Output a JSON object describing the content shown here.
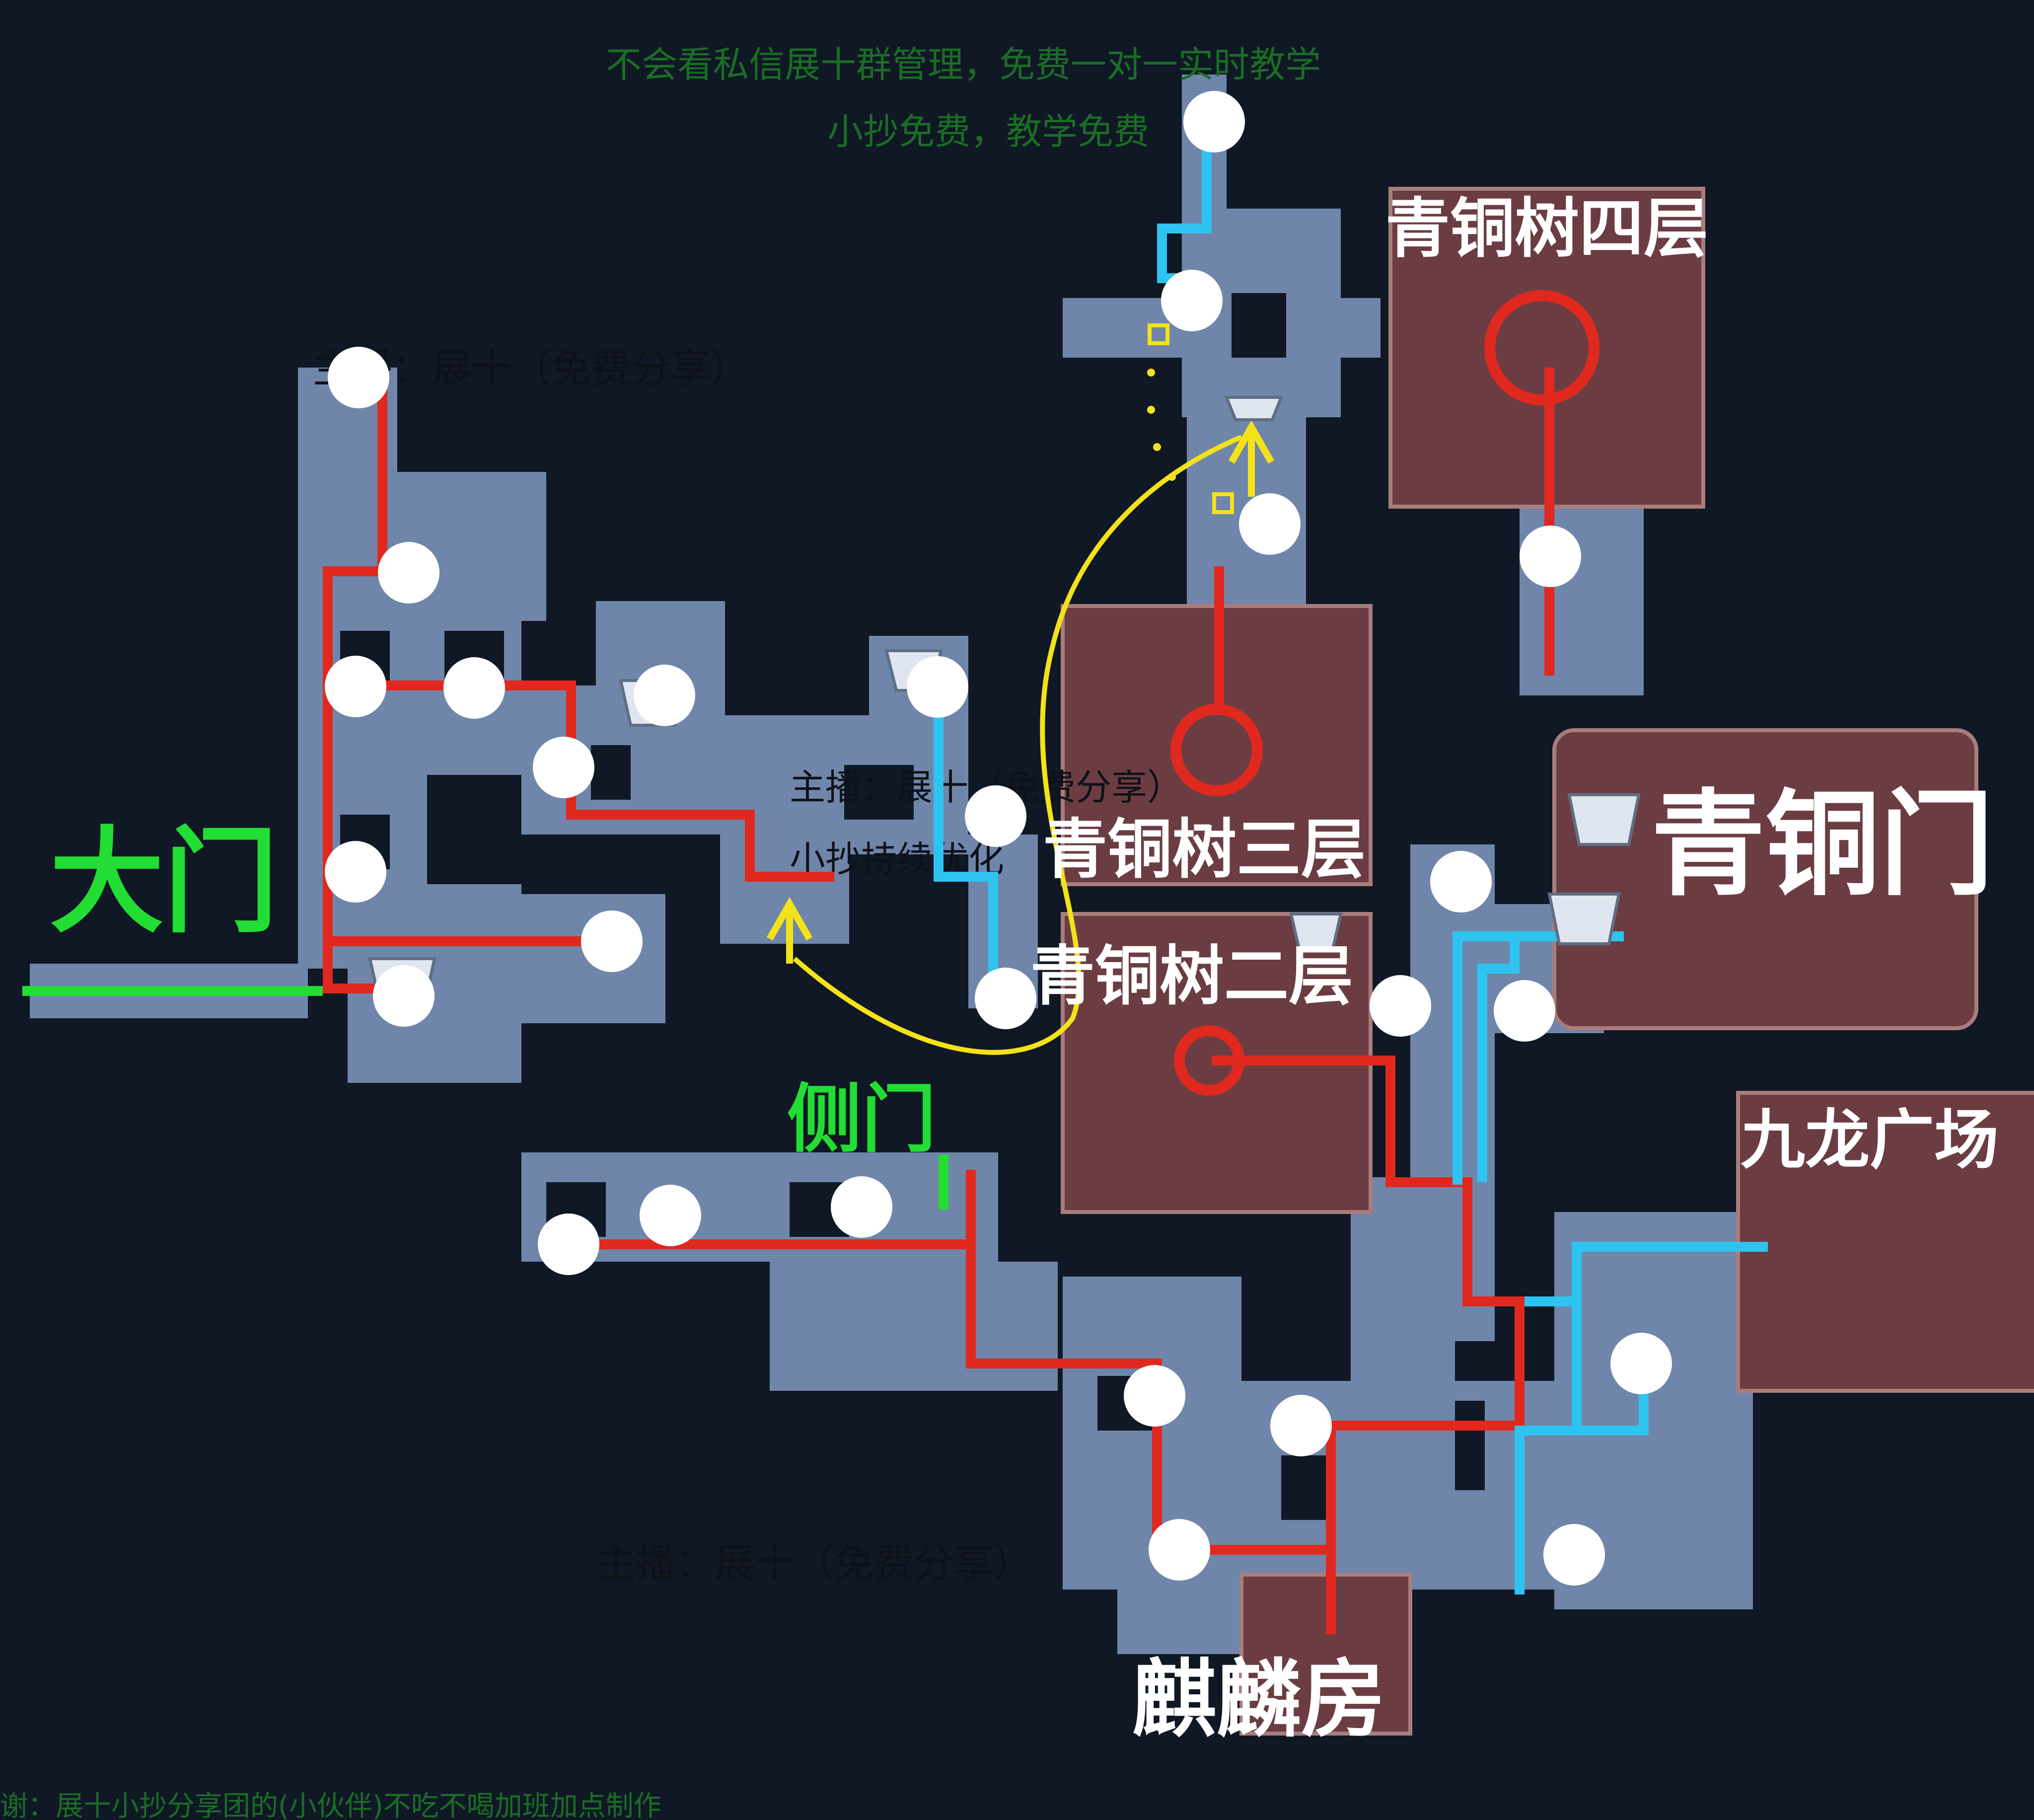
{
  "watermarks": {
    "top_line1": "不会看私信展十群管理，免费一对一实时教学",
    "top_line2": "小抄免费，教学免费",
    "streamer_1": "主播：展十（免费分享）",
    "streamer_2": "主播：展十（免费分享）",
    "streamer_3": "主播：展十（免费分享）",
    "mid_line": "小抄持续优化",
    "bottom_credit": "谢：展十小抄分享团的(小伙伴)不吃不喝加班加点制作"
  },
  "labels": {
    "main_gate": "大门",
    "side_gate": "侧门",
    "tree_4": "青铜树四层",
    "tree_3": "青铜树三层",
    "tree_2": "青铜树二层",
    "bronze_gate": "青铜门",
    "nine_dragon_square": "九龙广场",
    "qilin_room": "麒麟房"
  },
  "colors": {
    "route_red": "#e0281f",
    "route_blue": "#2fc3f0",
    "route_yellow": "#f3e21a",
    "entrance_green": "#22dd33",
    "hall_fill": "#6b3d42",
    "map_floor": "#6f86aa",
    "background": "#0f1824",
    "marker": "#ffffff"
  },
  "legend_icons": [
    "white-circle-marker",
    "red-ring-goal",
    "yellow-arrow",
    "yellow-square-marker",
    "urn-statue-icon"
  ]
}
